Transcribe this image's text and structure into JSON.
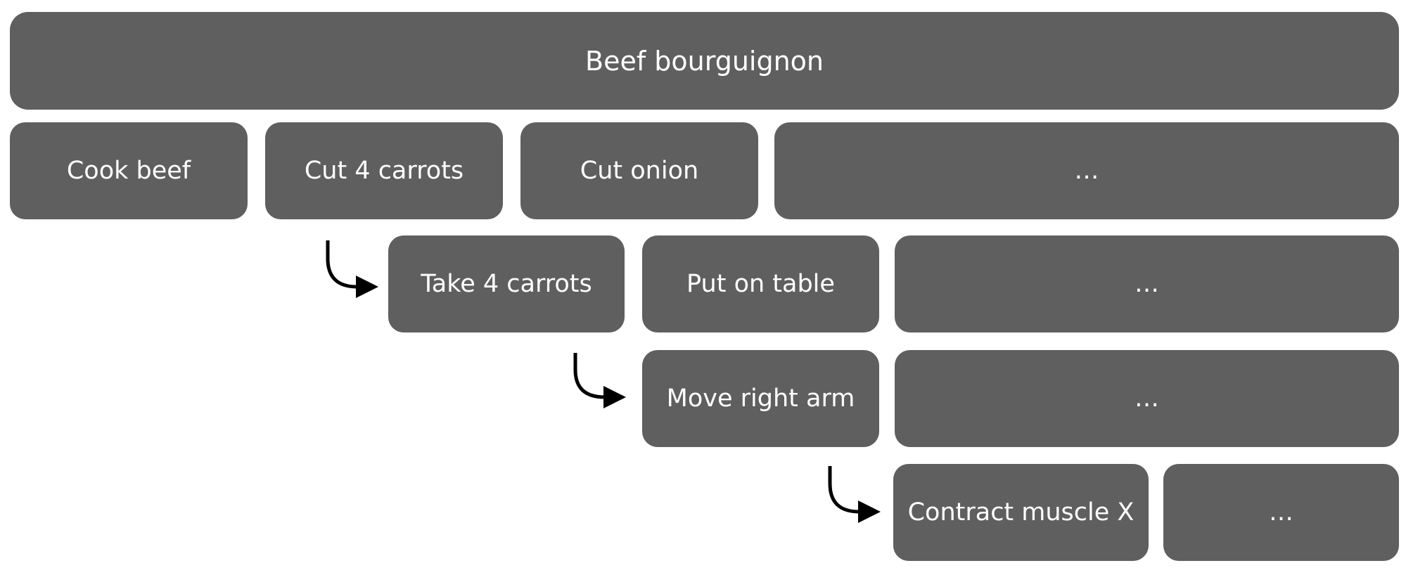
{
  "diagram": {
    "root": {
      "label": "Beef bourguignon"
    },
    "level1": [
      "Cook beef",
      "Cut 4 carrots",
      "Cut onion",
      "…"
    ],
    "level2": [
      "Take 4 carrots",
      "Put on table",
      "…"
    ],
    "level3": [
      "Move right arm",
      "…"
    ],
    "level4": [
      "Contract muscle X",
      "…"
    ]
  },
  "colors": {
    "box_fill": "#5f5f5f",
    "box_text": "#ffffff",
    "arrow": "#000000",
    "background": "#ffffff"
  }
}
